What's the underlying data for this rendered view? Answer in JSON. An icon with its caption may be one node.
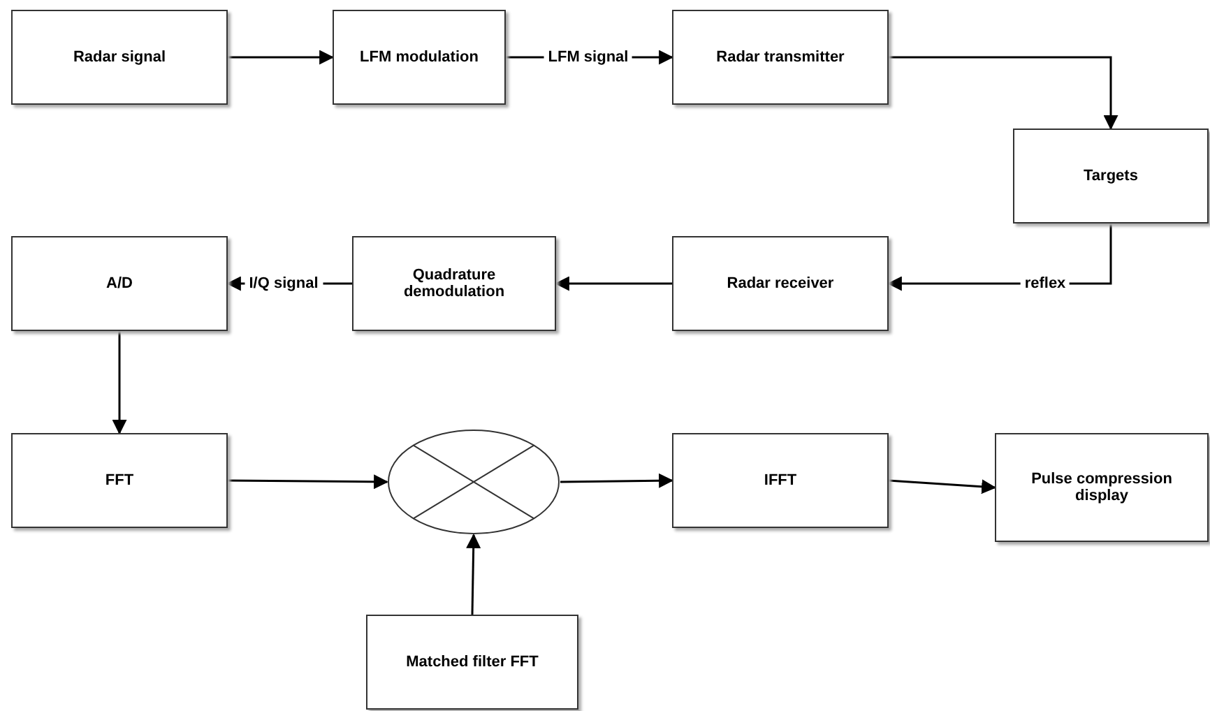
{
  "diagram": {
    "nodes": [
      {
        "text": [
          "Radar signal"
        ]
      },
      {
        "text": [
          "LFM modulation"
        ]
      },
      {
        "text": [
          "Radar transmitter"
        ]
      },
      {
        "text": [
          "Targets"
        ]
      },
      {
        "text": [
          "Radar receiver"
        ]
      },
      {
        "text": [
          "Quadrature demodulation"
        ]
      },
      {
        "text": [
          "A/D"
        ]
      },
      {
        "text": [
          "FFT"
        ]
      },
      {
        "text": [],
        "shape": "circle"
      },
      {
        "text": [
          "IFFT"
        ]
      },
      {
        "text": [
          "Pulse compression display"
        ]
      },
      {
        "text": [
          "Matched filter FFT"
        ]
      }
    ],
    "edges": [
      {
        "from": 0,
        "to": 1,
        "arrow": "to"
      },
      {
        "from": 1,
        "to": 2,
        "arrow": "to",
        "label": "LFM signal"
      },
      {
        "from": 2,
        "to": 3,
        "arrow": "to"
      },
      {
        "from": 3,
        "to": 4,
        "arrow": "to",
        "label": "reflex"
      },
      {
        "from": 4,
        "to": 5,
        "arrow": "to"
      },
      {
        "from": 5,
        "to": 6,
        "arrow": "to",
        "label": "I/Q signal"
      },
      {
        "from": 6,
        "to": 7,
        "arrow": "to"
      },
      {
        "from": 7,
        "to": 8,
        "arrow": "to"
      },
      {
        "from": 8,
        "to": 9,
        "arrow": "to"
      },
      {
        "from": 9,
        "to": 10,
        "arrow": "to"
      },
      {
        "from": 11,
        "to": 8,
        "arrow": "to"
      }
    ]
  }
}
